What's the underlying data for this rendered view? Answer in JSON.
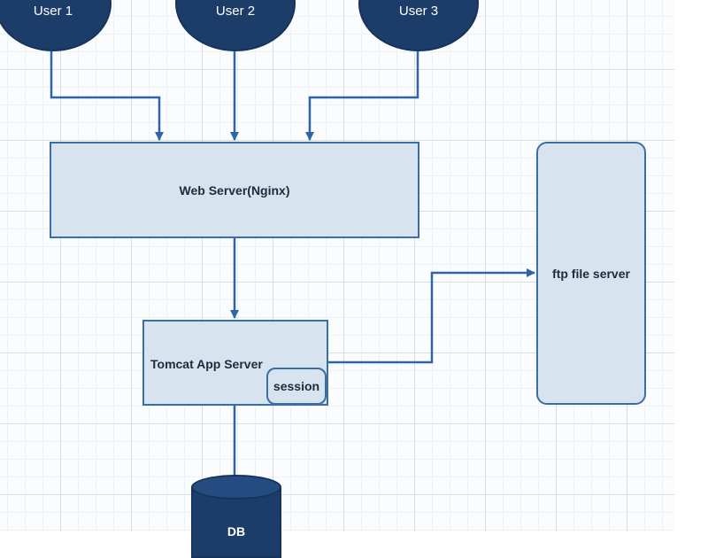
{
  "diagram": {
    "users": [
      "User 1",
      "User 2",
      "User 3"
    ],
    "web_server": "Web Server(Nginx)",
    "app_server": "Tomcat App Server",
    "session": "session",
    "ftp_server": "ftp file server",
    "database": "DB"
  },
  "colors": {
    "node_dark": "#1c3d6a",
    "box_fill": "#d7e3ef",
    "box_border": "#3c6ea6",
    "connector": "#2f64a8"
  },
  "icons": [
    "database-cylinder-icon",
    "arrow-head-icon"
  ]
}
